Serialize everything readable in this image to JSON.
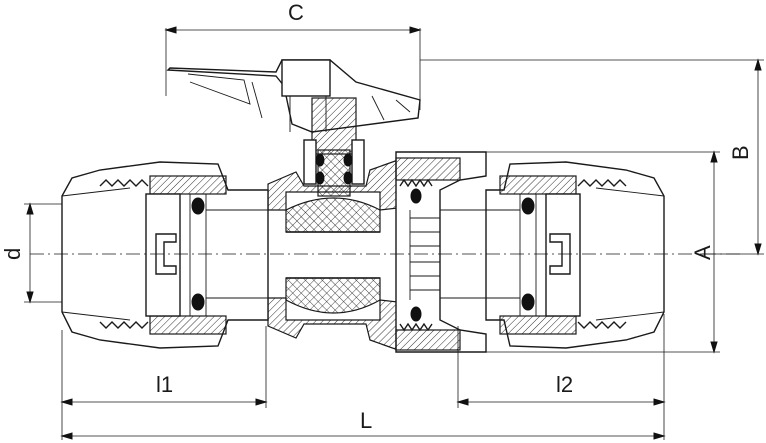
{
  "dimensions": {
    "C": "C",
    "B": "B",
    "A": "A",
    "d": "d",
    "l1": "l1",
    "l2": "l2",
    "L": "L"
  },
  "colors": {
    "line": "#1a1a1a",
    "background": "#ffffff"
  }
}
